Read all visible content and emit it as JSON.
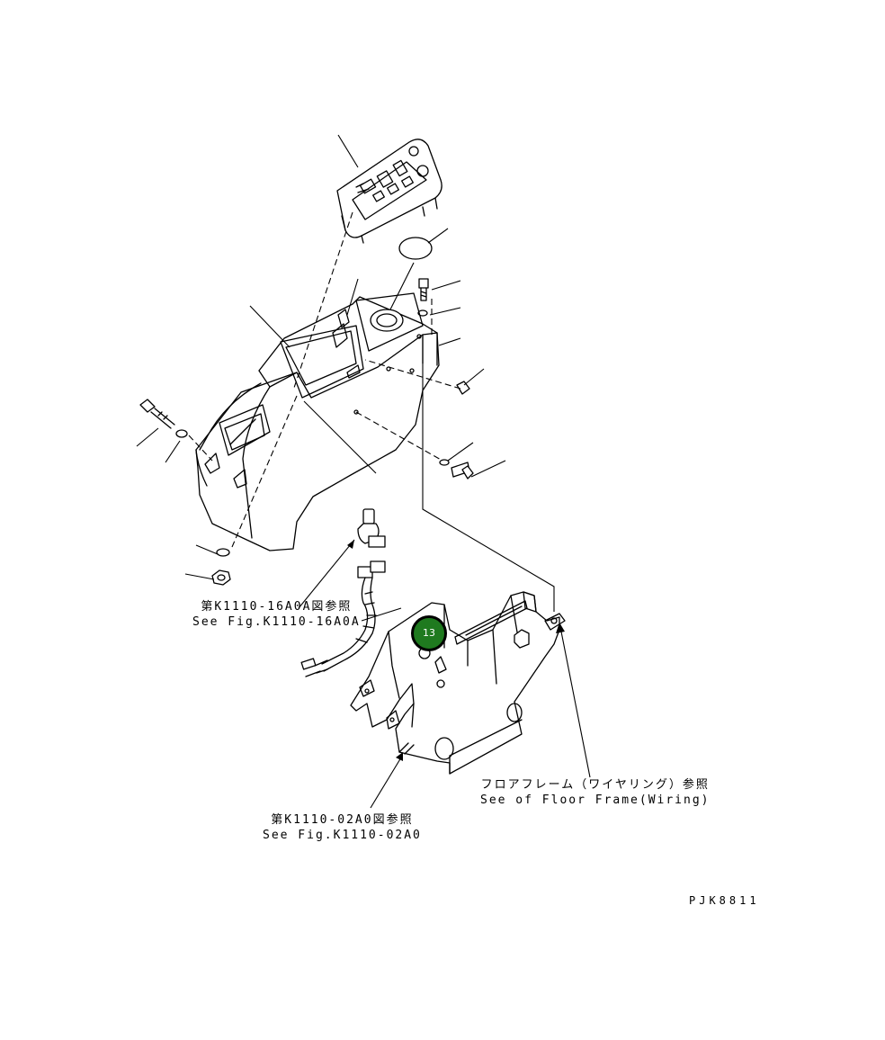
{
  "references": {
    "harness": {
      "ja": "第K1110-16A0A図参照",
      "en": "See Fig.K1110-16A0A"
    },
    "floor_frame": {
      "ja": "フロアフレーム（ワイヤリング）参照",
      "en": "See of Floor Frame(Wiring)"
    },
    "bracket": {
      "ja": "第K1110-02A0図参照",
      "en": "See Fig.K1110-02A0"
    }
  },
  "drawing_number": "PJK8811",
  "callout": {
    "number": "13",
    "color": "#1f7a1f"
  }
}
